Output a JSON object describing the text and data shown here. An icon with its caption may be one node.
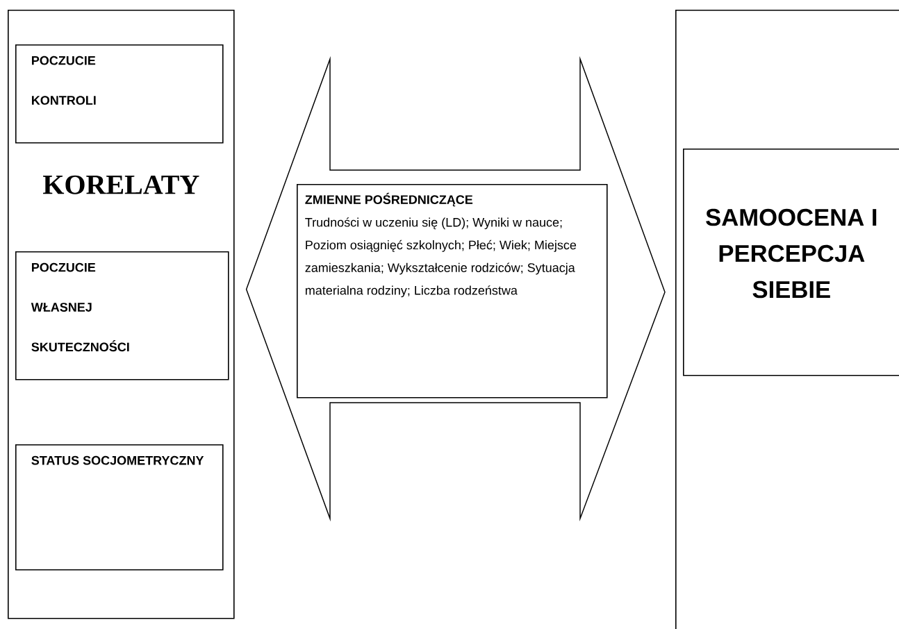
{
  "diagram": {
    "nodes": [
      {
        "text": [
          "KORELATY"
        ]
      },
      {
        "text": [
          "POCZUCIE KONTROLI"
        ],
        "in": 0
      },
      {
        "text": [
          "POCZUCIE WŁASNEJ SKUTECZNOŚCI"
        ],
        "in": 0
      },
      {
        "text": [
          "STATUS SOCJOMETRYCZNY"
        ],
        "in": 0
      },
      {
        "text": [
          "ZMIENNE POŚREDNICZĄCE",
          "Trudności w uczeniu się (LD); Wyniki w nauce; Poziom osiągnięć szkolnych; Płeć; Wiek; Miejsce zamieszkania; Wykształcenie rodziców; Sytuacja materialna rodziny; Liczba rodzeństwa"
        ]
      },
      {
        "text": [],
        "shape": "box"
      },
      {
        "text": [
          "SAMOOCENA I PERCEPCJA SIEBIE"
        ],
        "in": 5
      }
    ],
    "edges": [
      {
        "from": 0,
        "to": 5,
        "arrow": "both"
      }
    ]
  }
}
